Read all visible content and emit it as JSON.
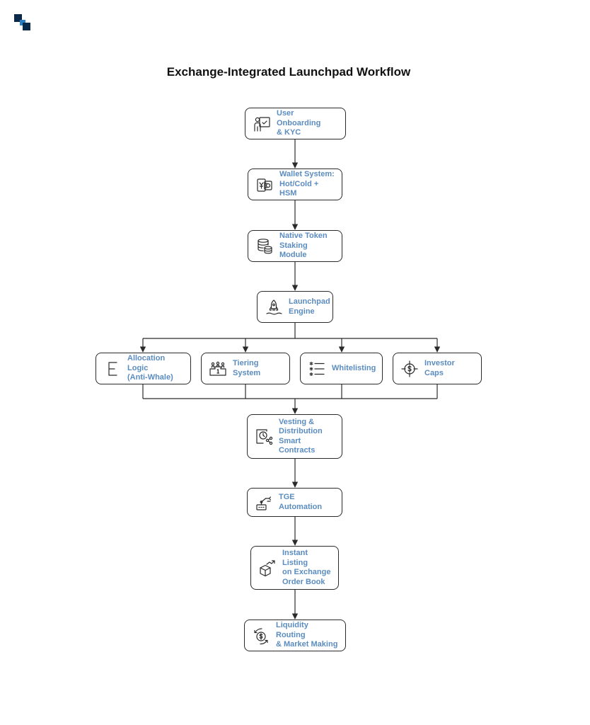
{
  "title": "Exchange-Integrated Launchpad Workflow",
  "colors": {
    "label": "#5b8cc0",
    "border": "#2a2a2a",
    "logo_dark": "#0b2a4a",
    "logo_light": "#2e7dbf"
  },
  "logo": {
    "icon": "brand-logo-icon"
  },
  "nodes": {
    "onboarding": {
      "label": "User Onboarding\n& KYC",
      "icon": "user-checklist-icon"
    },
    "wallet": {
      "label": "Wallet System:\nHot/Cold + HSM",
      "icon": "wallet-vault-icon"
    },
    "staking": {
      "label": "Native Token\nStaking Module",
      "icon": "coin-stack-icon"
    },
    "engine": {
      "label": "Launchpad\nEngine",
      "icon": "rocket-launch-icon"
    },
    "allocation": {
      "label": "Allocation Logic\n(Anti-Whale)",
      "icon": "allocation-bracket-icon"
    },
    "tiering": {
      "label": "Tiering System",
      "icon": "podium-icon"
    },
    "whitelisting": {
      "label": "Whitelisting",
      "icon": "asterisk-list-icon"
    },
    "caps": {
      "label": "Investor Caps",
      "icon": "target-dollar-icon"
    },
    "vesting": {
      "label": "Vesting &\nDistribution\nSmart Contracts",
      "icon": "clock-network-icon"
    },
    "tge": {
      "label": "TGE Automation",
      "icon": "robot-arm-icon"
    },
    "listing": {
      "label": "Instant Listing\non Exchange\nOrder Book",
      "icon": "box-growth-icon"
    },
    "liquidity": {
      "label": "Liquidity Routing\n& Market Making",
      "icon": "coin-routing-icon"
    }
  }
}
